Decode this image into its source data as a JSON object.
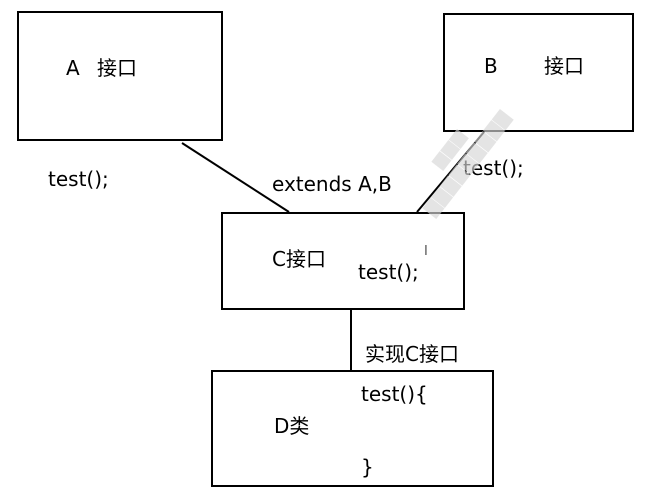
{
  "boxes": {
    "a": {
      "name": "A",
      "suffix": "接口"
    },
    "b": {
      "name": "B",
      "suffix": "接口"
    },
    "c": {
      "name": "C接口",
      "method": "test();"
    },
    "d": {
      "name": "D类",
      "method_open": "test(){",
      "method_close": "}"
    }
  },
  "labels": {
    "a_method": "test();",
    "b_method": "test();",
    "extends": "extends A,B",
    "implements": "实现C接口"
  },
  "cursor_glyph": "I",
  "colors": {
    "line": "#000000",
    "watermark": "#d7d7d7"
  }
}
